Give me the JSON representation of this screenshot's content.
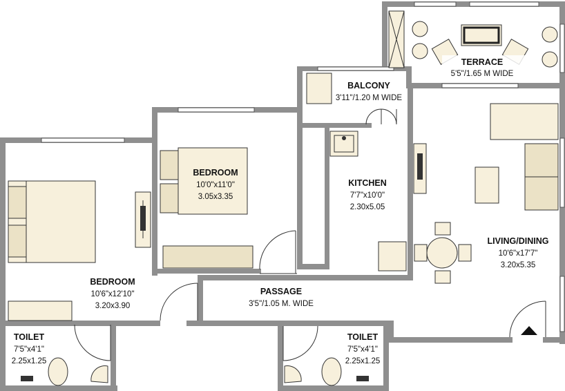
{
  "rooms": {
    "terrace": {
      "name": "TERRACE",
      "dims": [
        "5'5\"/1.65 M WIDE"
      ]
    },
    "balcony": {
      "name": "BALCONY",
      "dims": [
        "3'11\"/1.20 M WIDE"
      ]
    },
    "bedroom2": {
      "name": "BEDROOM",
      "dims": [
        "10'0\"x11'0\"",
        "3.05x3.35"
      ]
    },
    "kitchen": {
      "name": "KITCHEN",
      "dims": [
        "7'7\"x10'0\"",
        "2.30x5.05"
      ]
    },
    "living": {
      "name": "LIVING/DINING",
      "dims": [
        "10'6\"x17'7\"",
        "3.20x5.35"
      ]
    },
    "bedroom1": {
      "name": "BEDROOM",
      "dims": [
        "10'6\"x12'10\"",
        "3.20x3.90"
      ]
    },
    "passage": {
      "name": "PASSAGE",
      "dims": [
        "3'5\"/1.05 M. WIDE"
      ]
    },
    "toilet1": {
      "name": "TOILET",
      "dims": [
        "7'5\"x4'1\"",
        "2.25x1.25"
      ]
    },
    "toilet2": {
      "name": "TOILET",
      "dims": [
        "7'5\"x4'1\"",
        "2.25x1.25"
      ]
    }
  },
  "colors": {
    "wall": "#8f8f8f",
    "furniture": "#f7f0dc",
    "line": "#333333"
  }
}
